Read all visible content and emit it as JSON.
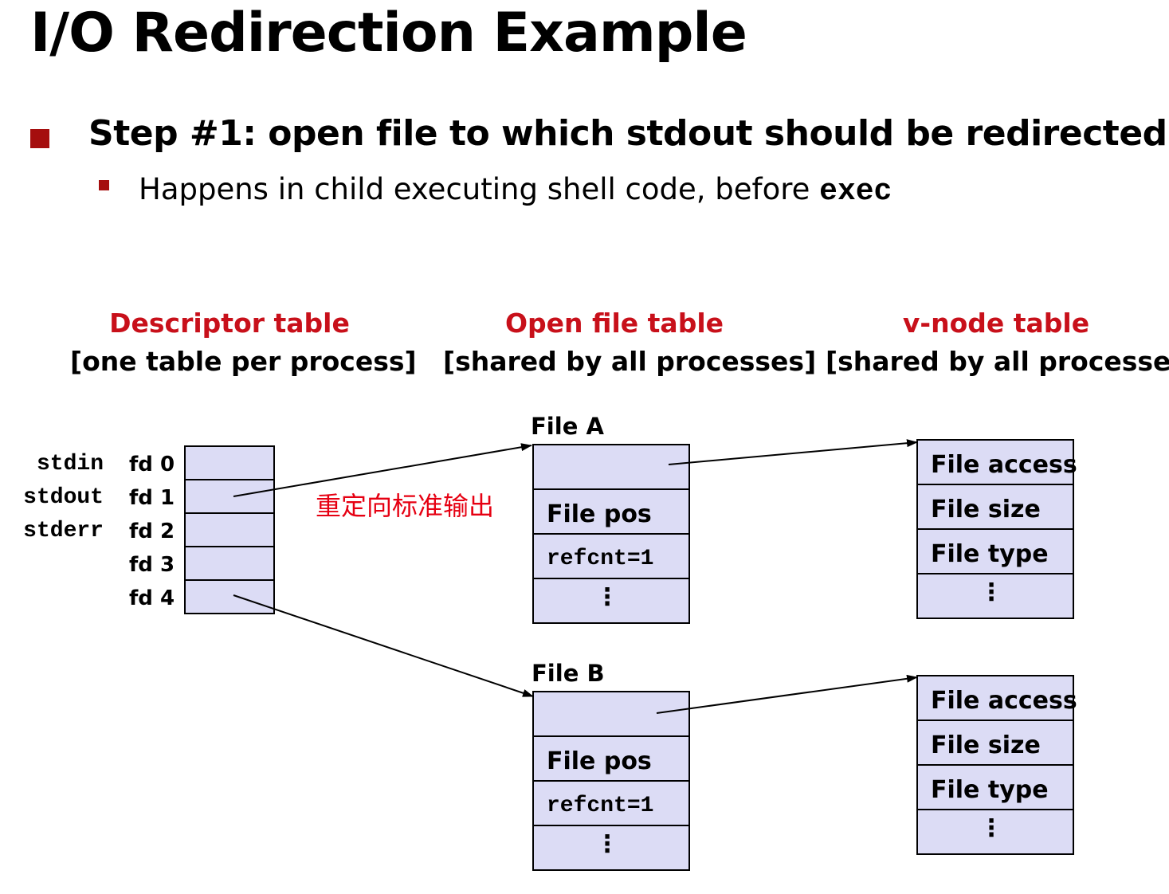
{
  "slide": {
    "title": "I/O Redirection Example",
    "bullet1": "Step #1: open file to which stdout should be redirected",
    "bullet2_text": "Happens in child executing shell code, before ",
    "bullet2_code": "exec"
  },
  "columns": {
    "descriptor": {
      "title": "Descriptor table",
      "subtitle": "[one table per process]"
    },
    "openfile": {
      "title": "Open file table",
      "subtitle": "[shared by all processes]"
    },
    "vnode": {
      "title": "v-node table",
      "subtitle": "[shared by all processes]"
    }
  },
  "descriptor_table": {
    "stream_labels": [
      "stdin",
      "stdout",
      "stderr"
    ],
    "fd_labels": [
      "fd 0",
      "fd 1",
      "fd 2",
      "fd 3",
      "fd 4"
    ]
  },
  "open_files": [
    {
      "name": "File A",
      "file_pos": "File pos",
      "refcnt": "refcnt=1",
      "ellipsis": "⋮"
    },
    {
      "name": "File B",
      "file_pos": "File pos",
      "refcnt": "refcnt=1",
      "ellipsis": "⋮"
    }
  ],
  "vnodes": [
    {
      "access": "File access",
      "size": "File size",
      "type": "File type",
      "ellipsis": "⋮"
    },
    {
      "access": "File access",
      "size": "File size",
      "type": "File type",
      "ellipsis": "⋮"
    }
  ],
  "annotation": "重定向标准输出",
  "colors": {
    "accent_red": "#c8101a",
    "bullet_red": "#a50e0e",
    "annotation_red": "#e60012",
    "cell_fill": "#dcdcf5",
    "stroke": "#000000"
  }
}
